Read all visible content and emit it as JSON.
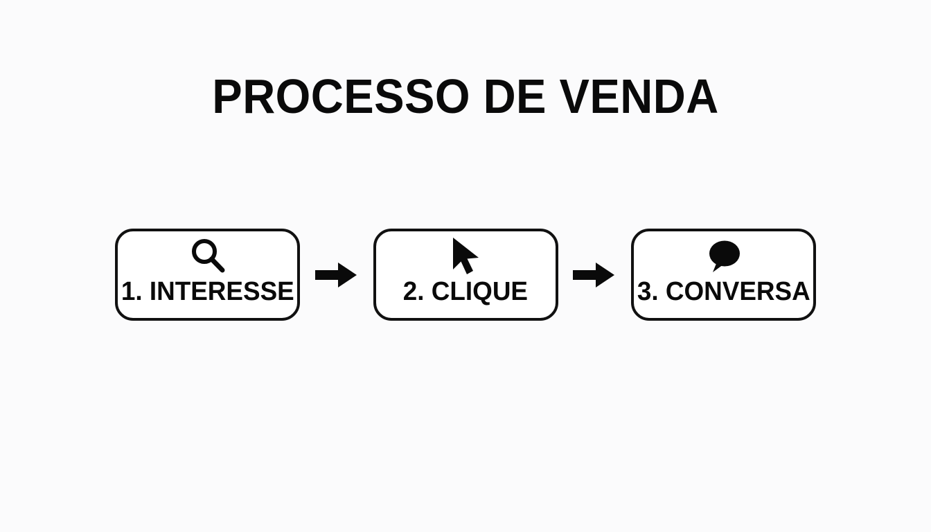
{
  "slide": {
    "title": "PROCESSO DE VENDA",
    "background_color": "#fbfbfc",
    "ink_color": "#0a0a0a"
  },
  "flow": {
    "steps": [
      {
        "label": "1. INTERESSE",
        "icon": "magnifier-icon",
        "number": "1",
        "name": "INTERESSE"
      },
      {
        "label": "2. CLIQUE",
        "icon": "cursor-arrow-icon",
        "number": "2",
        "name": "CLIQUE"
      },
      {
        "label": "3. CONVERSA",
        "icon": "speech-bubble-icon",
        "number": "3",
        "name": "CONVERSA"
      }
    ],
    "connectors": [
      {
        "icon": "arrow-right-icon"
      },
      {
        "icon": "arrow-right-icon"
      }
    ]
  }
}
